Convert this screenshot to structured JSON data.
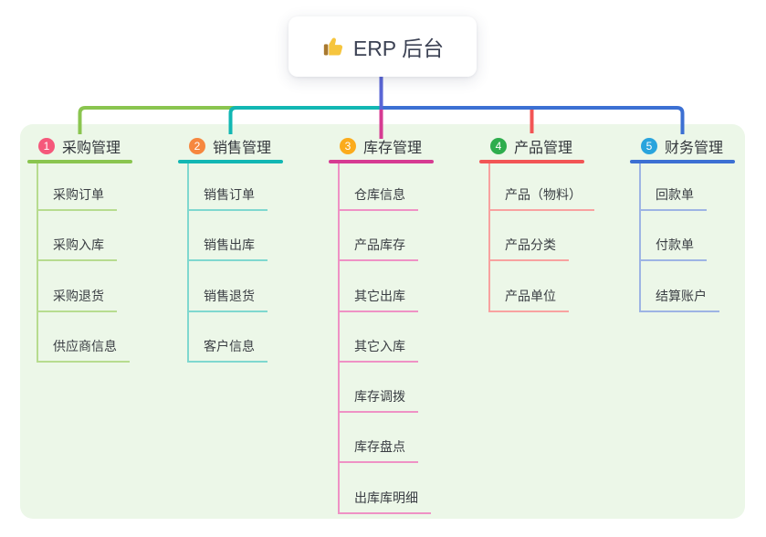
{
  "root": {
    "label": "ERP 后台",
    "icon": "thumbs-up"
  },
  "canvas": {
    "bg": "#ecf7e8"
  },
  "connector": {
    "trunk_color": "#5a66d6"
  },
  "branches": [
    {
      "index": "1",
      "label": "采购管理",
      "badge_color": "#f5587b",
      "line_color": "#8ac54f",
      "child_line_color": "#b7dc8f",
      "children": [
        "采购订单",
        "采购入库",
        "采购退货",
        "供应商信息"
      ]
    },
    {
      "index": "2",
      "label": "销售管理",
      "badge_color": "#f6873f",
      "line_color": "#12b7b3",
      "child_line_color": "#7fd8cf",
      "children": [
        "销售订单",
        "销售出库",
        "销售退货",
        "客户信息"
      ]
    },
    {
      "index": "3",
      "label": "库存管理",
      "badge_color": "#fbab1c",
      "line_color": "#d63b92",
      "child_line_color": "#ef92c5",
      "children": [
        "仓库信息",
        "产品库存",
        "其它出库",
        "其它入库",
        "库存调拨",
        "库存盘点",
        "出库库明细"
      ]
    },
    {
      "index": "4",
      "label": "产品管理",
      "badge_color": "#2ead4d",
      "line_color": "#f25555",
      "child_line_color": "#f8a2a0",
      "children": [
        "产品（物料）",
        "产品分类",
        "产品单位"
      ]
    },
    {
      "index": "5",
      "label": "财务管理",
      "badge_color": "#29a4dd",
      "line_color": "#3c70d3",
      "child_line_color": "#9db4e4",
      "children": [
        "回款单",
        "付款单",
        "结算账户"
      ]
    }
  ]
}
